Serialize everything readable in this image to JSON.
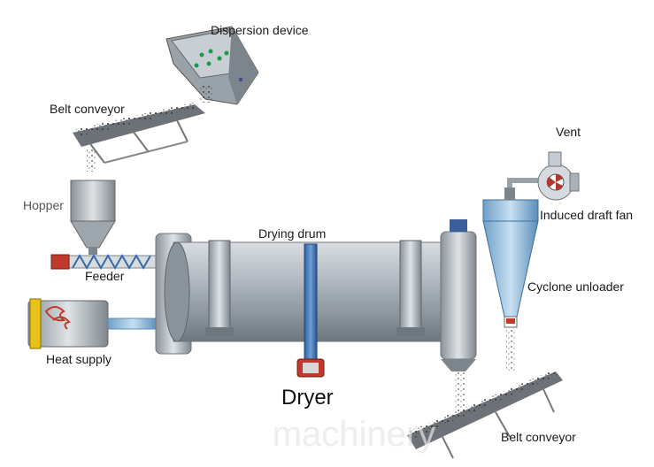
{
  "labels": {
    "dispersion_device": "Dispersion device",
    "belt_conveyor_top": "Belt conveyor",
    "hopper": "Hopper",
    "feeder": "Feeder",
    "heat_supply": "Heat supply",
    "drying_drum": "Drying drum",
    "dryer": "Dryer",
    "vent": "Vent",
    "induced_draft_fan": "Induced draft fan",
    "cyclone_unloader": "Cyclone unloader",
    "belt_conveyor_bottom": "Belt conveyor"
  },
  "watermark": "machinery"
}
